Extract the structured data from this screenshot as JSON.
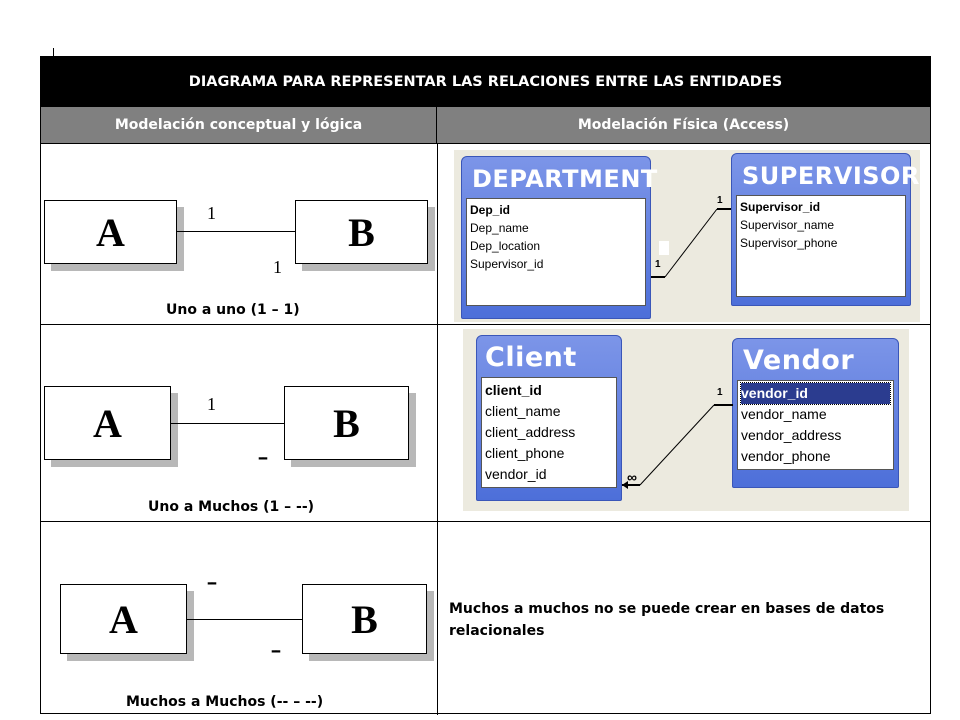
{
  "title": "DIAGRAMA PARA REPRESENTAR LAS RELACIONES ENTRE LAS ENTIDADES",
  "headers": {
    "left": "Modelación conceptual y lógica",
    "right": "Modelación Física (Access)"
  },
  "rows": [
    {
      "entity_a": "A",
      "entity_b": "B",
      "label_top": "1",
      "label_bottom": "1",
      "caption": "Uno a uno (1 – 1)",
      "tables": {
        "left": {
          "name": "DEPARTMENT",
          "fields": [
            "Dep_id",
            "Dep_name",
            "Dep_location",
            "Supervisor_id"
          ]
        },
        "right": {
          "name": "SUPERVISOR",
          "fields": [
            "Supervisor_id",
            "Supervisor_name",
            "Supervisor_phone"
          ]
        },
        "end_left": "1",
        "end_right": "1"
      }
    },
    {
      "entity_a": "A",
      "entity_b": "B",
      "label_top": "1",
      "label_bottom": "--",
      "caption": "Uno a Muchos (1 – --)",
      "tables": {
        "left": {
          "name": "Client",
          "fields": [
            "client_id",
            "client_name",
            "client_address",
            "client_phone",
            "vendor_id"
          ]
        },
        "right": {
          "name": "Vendor",
          "fields": [
            "vendor_id",
            "vendor_name",
            "vendor_address",
            "vendor_phone"
          ]
        },
        "end_left": "∞",
        "end_right": "1"
      }
    },
    {
      "entity_a": "A",
      "entity_b": "B",
      "label_top": "--",
      "label_bottom": "--",
      "caption": "Muchos a Muchos (-- – --)",
      "note": "Muchos a muchos no se puede crear en bases de datos relacionales"
    }
  ],
  "colors": {
    "title_bg": "#000000",
    "header_bg": "#808080",
    "table_header": "#5b7be0",
    "selected_field": "#2b3c8f"
  }
}
